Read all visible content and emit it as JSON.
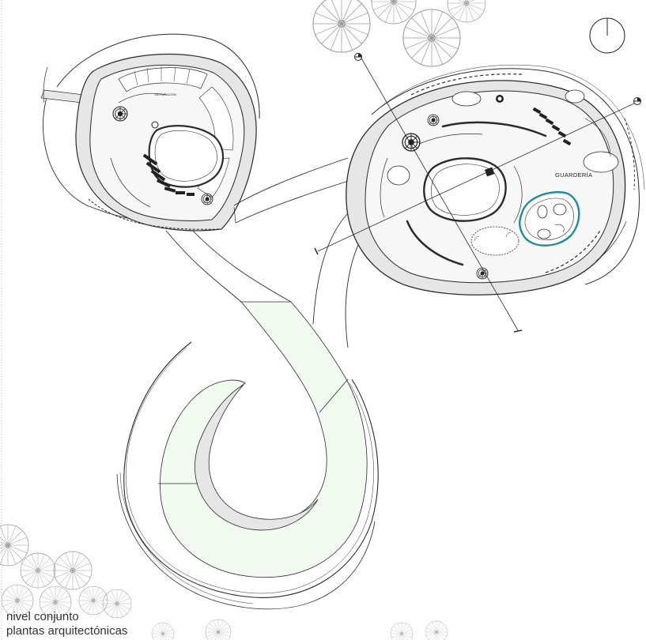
{
  "plan": {
    "title_line1": "nivel conjunto",
    "title_line2": "plantas arquitectónicas",
    "rooms": {
      "guarderia": "GUARDERÍA",
      "depuracion": "DEPURACIÓN"
    }
  },
  "colors": {
    "line": "#2b2b2b",
    "gray_fill": "#e8e8e8",
    "green_fill": "#f2f9f0",
    "teal_accent": "#1e8c95",
    "tree_stroke": "#9a9a9a"
  },
  "icons": [
    "north-arrow-icon",
    "tree-symbol-icon",
    "section-marker-icon",
    "spiral-stair-icon"
  ]
}
